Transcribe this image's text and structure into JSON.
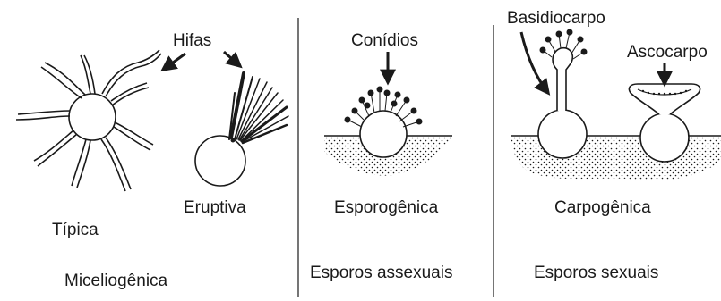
{
  "labels": {
    "hifas": "Hifas",
    "tipica": "Típica",
    "eruptiva": "Eruptiva",
    "miceliogenica": "Miceliogênica",
    "conidios": "Conídios",
    "esporogenica": "Esporogênica",
    "esporos_assexuais": "Esporos assexuais",
    "basidiocarpo": "Basidiocarpo",
    "ascocarpo": "Ascocarpo",
    "carpogenica": "Carpogênica",
    "esporos_sexuais": "Esporos sexuais"
  },
  "colors": {
    "ink": "#1a1a1a",
    "background": "#ffffff"
  }
}
